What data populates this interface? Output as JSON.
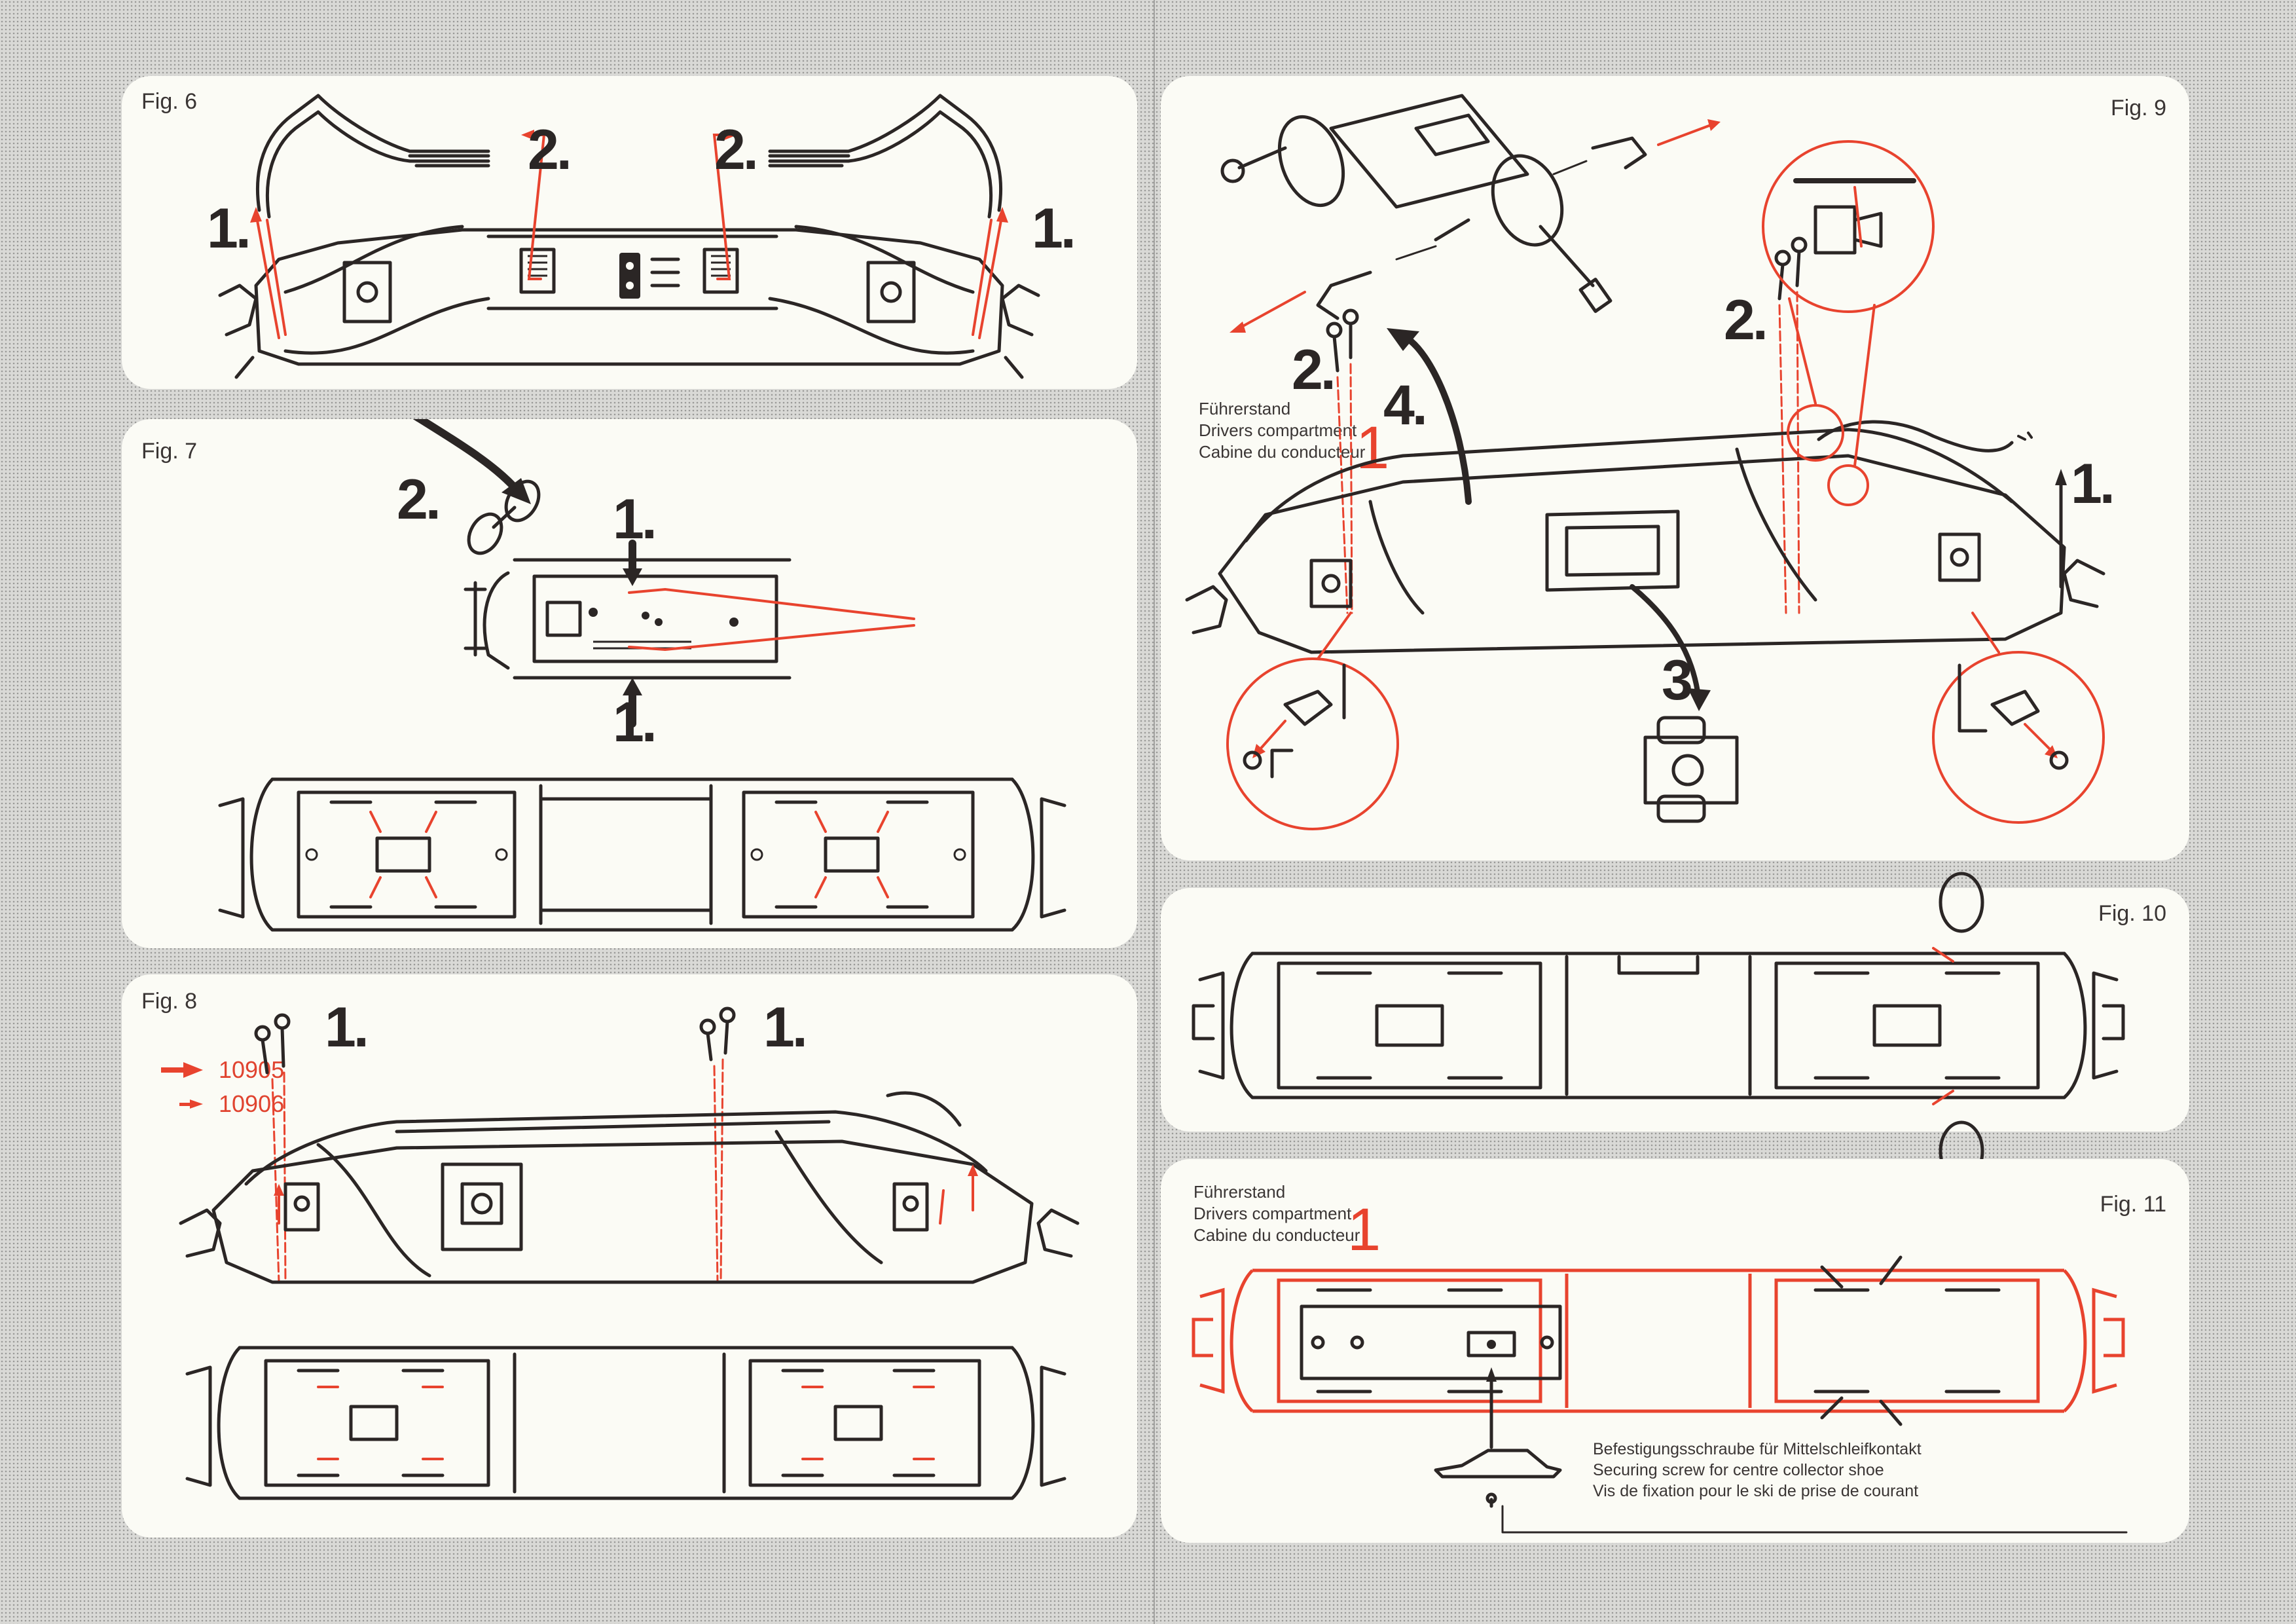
{
  "document": {
    "type": "assembly-instructions",
    "accent_color": "#e8432e",
    "line_color": "#2b2625",
    "paper_color": "#fbfbf5"
  },
  "figures": {
    "fig6": {
      "label": "Fig. 6",
      "steps": [
        "1.",
        "2.",
        "2.",
        "1."
      ]
    },
    "fig7": {
      "label": "Fig. 7",
      "steps": [
        "2.",
        "1.",
        "1."
      ]
    },
    "fig8": {
      "label": "Fig. 8",
      "steps": [
        "1.",
        "1."
      ],
      "legend": [
        {
          "arrow": "large-red-arrow",
          "text": "10905"
        },
        {
          "arrow": "small-red-arrow",
          "text": "10906"
        }
      ]
    },
    "fig9": {
      "label": "Fig. 9",
      "steps": [
        "2.",
        "2.",
        "4.",
        "1.",
        "3."
      ],
      "caption": [
        "Führerstand",
        "Drivers compartment",
        "Cabine du conducteur"
      ],
      "caption_marker": "1"
    },
    "fig10": {
      "label": "Fig. 10"
    },
    "fig11": {
      "label": "Fig. 11",
      "caption": [
        "Führerstand",
        "Drivers compartment",
        "Cabine du conducteur"
      ],
      "caption_marker": "1",
      "note": [
        "Befestigungsschraube für Mittelschleifkontakt",
        "Securing screw for centre collector shoe",
        "Vis de fixation pour le ski de prise de courant"
      ]
    }
  }
}
